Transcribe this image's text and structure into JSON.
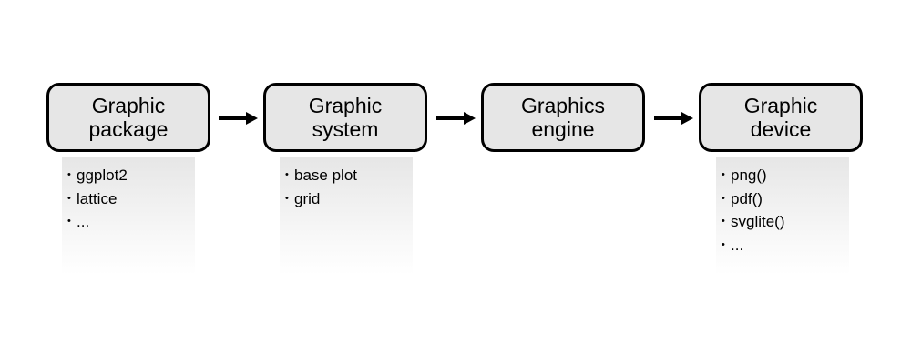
{
  "stages": [
    {
      "line1": "Graphic",
      "line2": "package",
      "items": [
        "ggplot2",
        "lattice",
        "..."
      ]
    },
    {
      "line1": "Graphic",
      "line2": "system",
      "items": [
        "base plot",
        "grid"
      ]
    },
    {
      "line1": "Graphics",
      "line2": "engine",
      "items": []
    },
    {
      "line1": "Graphic",
      "line2": "device",
      "items": [
        "png()",
        "pdf()",
        "svglite()",
        "..."
      ]
    }
  ],
  "colors": {
    "box_fill": "#e6e6e6",
    "border": "#000000",
    "panel": "#e6e6e6"
  }
}
